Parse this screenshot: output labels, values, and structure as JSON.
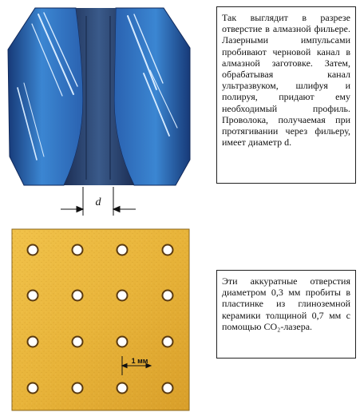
{
  "upper_figure": {
    "dimension_label": "d",
    "colors": {
      "diamond_light": "#3b86d2",
      "diamond_mid": "#2a62b0",
      "diamond_dark": "#173a78",
      "channel": "#1d2f55",
      "channel_center": "#3a5a8a",
      "highlight": "#d9ecff"
    },
    "caption": "Так выглядит в разрезе отверстие в алмазной фильере. Лазерными импульсами пробивают черновой канал в алмазной заготовке. Затем, обрабатывая канал ультразвуком, шлифуя и полируя, придают ему необходимый профиль. Проволока, получаемая при протягивании через фильеру, имеет диаметр d."
  },
  "lower_figure": {
    "scale_label": "1 мм",
    "hole_grid": {
      "rows": 4,
      "columns": 4
    },
    "colors": {
      "plate": "#e8b43a",
      "plate_dark": "#c98f1f",
      "hole": "#ffffff",
      "hole_ring": "#5a3a10"
    },
    "caption": "Эти аккуратные отверстия диаметром 0,3 мм пробиты в пластинке из глиноземной керамики толщиной 0,7 мм с помощью CO₂-лазера."
  }
}
